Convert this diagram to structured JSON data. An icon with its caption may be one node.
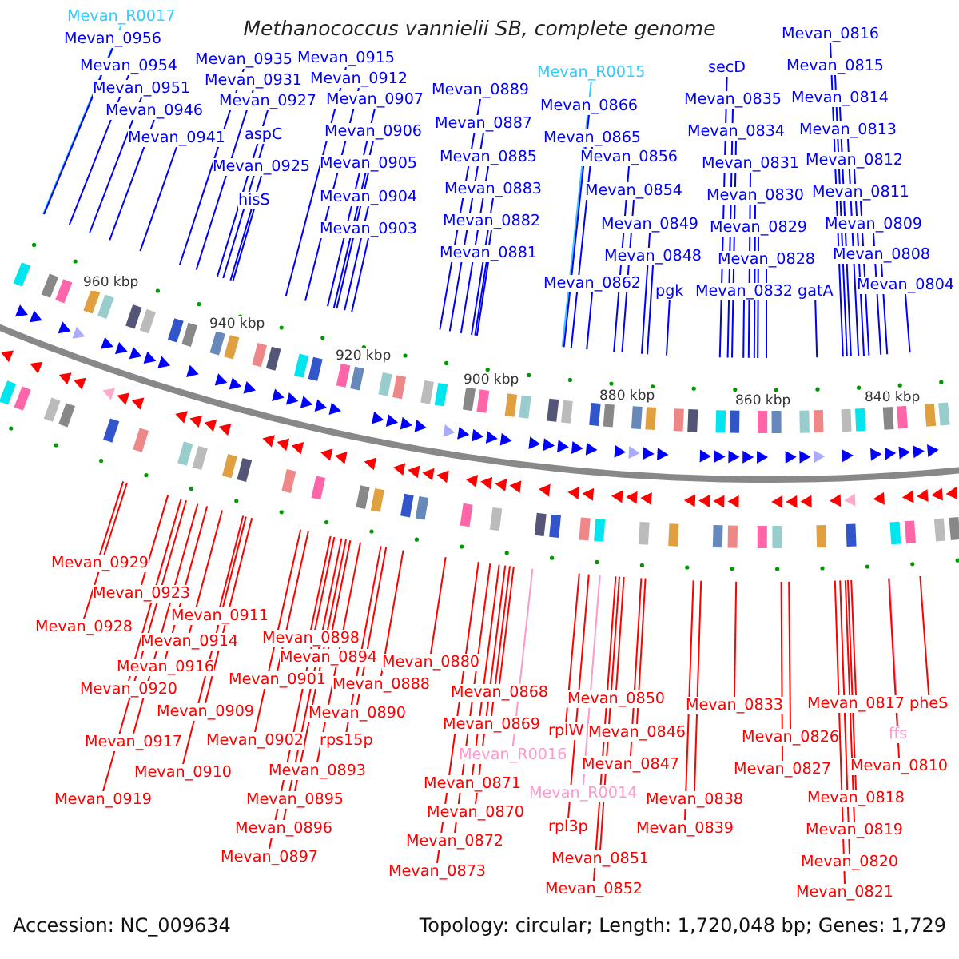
{
  "diagram": {
    "title": "Methanococcus vannielii SB, complete genome",
    "nodes": [
      {
        "text": [
          "Mevan_R0017"
        ]
      },
      {
        "text": [
          "Mevan_0956"
        ]
      },
      {
        "text": [
          "Mevan_0954"
        ]
      },
      {
        "text": [
          "Mevan_0951"
        ]
      },
      {
        "text": [
          "Mevan_0946"
        ]
      },
      {
        "text": [
          "Mevan_0941"
        ]
      },
      {
        "text": [
          "Mevan_0935"
        ]
      },
      {
        "text": [
          "Mevan_0931"
        ]
      },
      {
        "text": [
          "Mevan_0927"
        ]
      },
      {
        "text": [
          "aspC"
        ]
      },
      {
        "text": [
          "Mevan_0925"
        ]
      },
      {
        "text": [
          "hisS"
        ]
      },
      {
        "text": [
          "Mevan_0915"
        ]
      },
      {
        "text": [
          "Mevan_0912"
        ]
      },
      {
        "text": [
          "Mevan_0907"
        ]
      },
      {
        "text": [
          "Mevan_0906"
        ]
      },
      {
        "text": [
          "Mevan_0905"
        ]
      },
      {
        "text": [
          "Mevan_0904"
        ]
      },
      {
        "text": [
          "Mevan_0903"
        ]
      },
      {
        "text": [
          "Mevan_0889"
        ]
      },
      {
        "text": [
          "Mevan_0887"
        ]
      },
      {
        "text": [
          "Mevan_0885"
        ]
      },
      {
        "text": [
          "Mevan_0883"
        ]
      },
      {
        "text": [
          "Mevan_0882"
        ]
      },
      {
        "text": [
          "Mevan_0881"
        ]
      },
      {
        "text": [
          "Mevan_R0015"
        ]
      },
      {
        "text": [
          "Mevan_0866"
        ]
      },
      {
        "text": [
          "Mevan_0865"
        ]
      },
      {
        "text": [
          "Mevan_0856"
        ]
      },
      {
        "text": [
          "Mevan_0854"
        ]
      },
      {
        "text": [
          "Mevan_0849"
        ]
      },
      {
        "text": [
          "Mevan_0848"
        ]
      },
      {
        "text": [
          "Mevan_0862"
        ]
      },
      {
        "text": [
          "pgk"
        ]
      },
      {
        "text": [
          "secD"
        ]
      },
      {
        "text": [
          "Mevan_0835"
        ]
      },
      {
        "text": [
          "Mevan_0834"
        ]
      },
      {
        "text": [
          "Mevan_0831"
        ]
      },
      {
        "text": [
          "Mevan_0830"
        ]
      },
      {
        "text": [
          "Mevan_0829"
        ]
      },
      {
        "text": [
          "Mevan_0828"
        ]
      },
      {
        "text": [
          "Mevan_0832"
        ]
      },
      {
        "text": [
          "gatA"
        ]
      },
      {
        "text": [
          "Mevan_0816"
        ]
      },
      {
        "text": [
          "Mevan_0815"
        ]
      },
      {
        "text": [
          "Mevan_0814"
        ]
      },
      {
        "text": [
          "Mevan_0813"
        ]
      },
      {
        "text": [
          "Mevan_0812"
        ]
      },
      {
        "text": [
          "Mevan_0811"
        ]
      },
      {
        "text": [
          "Mevan_0809"
        ]
      },
      {
        "text": [
          "Mevan_0808"
        ]
      },
      {
        "text": [
          "Mevan_0804"
        ]
      },
      {
        "text": [
          "Mevan_0929"
        ]
      },
      {
        "text": [
          "Mevan_0923"
        ]
      },
      {
        "text": [
          "Mevan_0928"
        ]
      },
      {
        "text": [
          "Mevan_0911"
        ]
      },
      {
        "text": [
          "Mevan_0914"
        ]
      },
      {
        "text": [
          "Mevan_0916"
        ]
      },
      {
        "text": [
          "Mevan_0920"
        ]
      },
      {
        "text": [
          "Mevan_0898"
        ]
      },
      {
        "text": [
          "Mevan_0894"
        ]
      },
      {
        "text": [
          "Mevan_0901"
        ]
      },
      {
        "text": [
          "Mevan_0888"
        ]
      },
      {
        "text": [
          "Mevan_0880"
        ]
      },
      {
        "text": [
          "Mevan_0909"
        ]
      },
      {
        "text": [
          "Mevan_0890"
        ]
      },
      {
        "text": [
          "Mevan_0917"
        ]
      },
      {
        "text": [
          "Mevan_0902"
        ]
      },
      {
        "text": [
          "rps15p"
        ]
      },
      {
        "text": [
          "Mevan_0910"
        ]
      },
      {
        "text": [
          "Mevan_0893"
        ]
      },
      {
        "text": [
          "Mevan_0919"
        ]
      },
      {
        "text": [
          "Mevan_0895"
        ]
      },
      {
        "text": [
          "Mevan_0896"
        ]
      },
      {
        "text": [
          "Mevan_0897"
        ]
      },
      {
        "text": [
          "Mevan_0873"
        ]
      },
      {
        "text": [
          "Mevan_0872"
        ]
      },
      {
        "text": [
          "Mevan_0870"
        ]
      },
      {
        "text": [
          "Mevan_0871"
        ]
      },
      {
        "text": [
          "Mevan_0869"
        ]
      },
      {
        "text": [
          "Mevan_0868"
        ]
      },
      {
        "text": [
          "Mevan_R0016"
        ]
      },
      {
        "text": [
          "Mevan_0850"
        ]
      },
      {
        "text": [
          "rplW"
        ]
      },
      {
        "text": [
          "Mevan_0846"
        ]
      },
      {
        "text": [
          "Mevan_0847"
        ]
      },
      {
        "text": [
          "Mevan_R0014"
        ]
      },
      {
        "text": [
          "rpl3p"
        ]
      },
      {
        "text": [
          "Mevan_0851"
        ]
      },
      {
        "text": [
          "Mevan_0852"
        ]
      },
      {
        "text": [
          "Mevan_0838"
        ]
      },
      {
        "text": [
          "Mevan_0839"
        ]
      },
      {
        "text": [
          "Mevan_0833"
        ]
      },
      {
        "text": [
          "Mevan_0826"
        ]
      },
      {
        "text": [
          "Mevan_0827"
        ]
      },
      {
        "text": [
          "Mevan_0817"
        ]
      },
      {
        "text": [
          "pheS"
        ]
      },
      {
        "text": [
          "ffs"
        ]
      },
      {
        "text": [
          "Mevan_0810"
        ]
      },
      {
        "text": [
          "Mevan_0818"
        ]
      },
      {
        "text": [
          "Mevan_0819"
        ]
      },
      {
        "text": [
          "Mevan_0820"
        ]
      },
      {
        "text": [
          "Mevan_0821"
        ]
      }
    ],
    "edges": [
      {
        "from": 0,
        "to": null,
        "arrow": "none",
        "color": "#33ccff"
      },
      {
        "from": 1,
        "to": null,
        "arrow": "none"
      },
      {
        "from": 2,
        "to": null,
        "arrow": "none"
      },
      {
        "from": 3,
        "to": null,
        "arrow": "none"
      },
      {
        "from": 4,
        "to": null,
        "arrow": "none"
      },
      {
        "from": 5,
        "to": null,
        "arrow": "none"
      },
      {
        "from": 6,
        "to": null,
        "arrow": "none"
      },
      {
        "from": 7,
        "to": null,
        "arrow": "none"
      },
      {
        "from": 8,
        "to": null,
        "arrow": "none"
      },
      {
        "from": 9,
        "to": null,
        "arrow": "none"
      },
      {
        "from": 10,
        "to": null,
        "arrow": "none"
      },
      {
        "from": 11,
        "to": null,
        "arrow": "none"
      },
      {
        "from": 12,
        "to": null,
        "arrow": "none"
      },
      {
        "from": 13,
        "to": null,
        "arrow": "none"
      },
      {
        "from": 14,
        "to": null,
        "arrow": "none"
      },
      {
        "from": 15,
        "to": null,
        "arrow": "none"
      },
      {
        "from": 16,
        "to": null,
        "arrow": "none"
      },
      {
        "from": 17,
        "to": null,
        "arrow": "none"
      },
      {
        "from": 18,
        "to": null,
        "arrow": "none"
      },
      {
        "from": 19,
        "to": null,
        "arrow": "none"
      },
      {
        "from": 20,
        "to": null,
        "arrow": "none"
      },
      {
        "from": 21,
        "to": null,
        "arrow": "none"
      },
      {
        "from": 22,
        "to": null,
        "arrow": "none"
      },
      {
        "from": 23,
        "to": null,
        "arrow": "none"
      },
      {
        "from": 24,
        "to": null,
        "arrow": "none"
      },
      {
        "from": 25,
        "to": null,
        "arrow": "none",
        "color": "#33ccff"
      },
      {
        "from": 26,
        "to": null,
        "arrow": "none"
      },
      {
        "from": 27,
        "to": null,
        "arrow": "none"
      },
      {
        "from": 28,
        "to": null,
        "arrow": "none"
      },
      {
        "from": 29,
        "to": null,
        "arrow": "none"
      },
      {
        "from": 30,
        "to": null,
        "arrow": "none"
      },
      {
        "from": 31,
        "to": null,
        "arrow": "none"
      },
      {
        "from": 32,
        "to": null,
        "arrow": "none"
      },
      {
        "from": 33,
        "to": null,
        "arrow": "none"
      },
      {
        "from": 34,
        "to": null,
        "arrow": "none"
      },
      {
        "from": 35,
        "to": null,
        "arrow": "none"
      },
      {
        "from": 36,
        "to": null,
        "arrow": "none"
      },
      {
        "from": 37,
        "to": null,
        "arrow": "none"
      },
      {
        "from": 38,
        "to": null,
        "arrow": "none"
      },
      {
        "from": 39,
        "to": null,
        "arrow": "none"
      },
      {
        "from": 40,
        "to": null,
        "arrow": "none"
      },
      {
        "from": 41,
        "to": null,
        "arrow": "none"
      },
      {
        "from": 42,
        "to": null,
        "arrow": "none"
      },
      {
        "from": 43,
        "to": null,
        "arrow": "none"
      },
      {
        "from": 44,
        "to": null,
        "arrow": "none"
      },
      {
        "from": 45,
        "to": null,
        "arrow": "none"
      },
      {
        "from": 46,
        "to": null,
        "arrow": "none"
      },
      {
        "from": 47,
        "to": null,
        "arrow": "none"
      },
      {
        "from": 48,
        "to": null,
        "arrow": "none"
      },
      {
        "from": 49,
        "to": null,
        "arrow": "none"
      },
      {
        "from": 50,
        "to": null,
        "arrow": "none"
      },
      {
        "from": 51,
        "to": null,
        "arrow": "none"
      },
      {
        "from": 52,
        "to": null,
        "arrow": "none",
        "color": "#ff0000"
      },
      {
        "from": 53,
        "to": null,
        "arrow": "none",
        "color": "#ff0000"
      },
      {
        "from": 54,
        "to": null,
        "arrow": "none",
        "color": "#ff0000"
      },
      {
        "from": 55,
        "to": null,
        "arrow": "none",
        "color": "#ff0000"
      },
      {
        "from": 56,
        "to": null,
        "arrow": "none",
        "color": "#ff0000"
      },
      {
        "from": 57,
        "to": null,
        "arrow": "none",
        "color": "#ff0000"
      },
      {
        "from": 58,
        "to": null,
        "arrow": "none",
        "color": "#ff0000"
      },
      {
        "from": 59,
        "to": null,
        "arrow": "none",
        "color": "#ff0000"
      },
      {
        "from": 60,
        "to": null,
        "arrow": "none",
        "color": "#ff0000"
      },
      {
        "from": 61,
        "to": null,
        "arrow": "none",
        "color": "#ff0000"
      },
      {
        "from": 62,
        "to": null,
        "arrow": "none",
        "color": "#ff0000"
      },
      {
        "from": 63,
        "to": null,
        "arrow": "none",
        "color": "#ff0000"
      },
      {
        "from": 64,
        "to": null,
        "arrow": "none",
        "color": "#ff0000"
      },
      {
        "from": 65,
        "to": null,
        "arrow": "none",
        "color": "#ff0000"
      },
      {
        "from": 66,
        "to": null,
        "arrow": "none",
        "color": "#ff0000"
      },
      {
        "from": 67,
        "to": null,
        "arrow": "none",
        "color": "#ff0000"
      },
      {
        "from": 68,
        "to": null,
        "arrow": "none",
        "color": "#ff0000"
      },
      {
        "from": 69,
        "to": null,
        "arrow": "none",
        "color": "#ff0000"
      },
      {
        "from": 70,
        "to": null,
        "arrow": "none",
        "color": "#ff0000"
      },
      {
        "from": 71,
        "to": null,
        "arrow": "none",
        "color": "#ff0000"
      },
      {
        "from": 72,
        "to": null,
        "arrow": "none",
        "color": "#ff0000"
      },
      {
        "from": 73,
        "to": null,
        "arrow": "none",
        "color": "#ff0000"
      },
      {
        "from": 74,
        "to": null,
        "arrow": "none",
        "color": "#ff0000"
      },
      {
        "from": 75,
        "to": null,
        "arrow": "none",
        "color": "#ff0000"
      },
      {
        "from": 76,
        "to": null,
        "arrow": "none",
        "color": "#ff0000"
      },
      {
        "from": 77,
        "to": null,
        "arrow": "none",
        "color": "#ff0000"
      },
      {
        "from": 78,
        "to": null,
        "arrow": "none",
        "color": "#ff0000"
      },
      {
        "from": 79,
        "to": null,
        "arrow": "none",
        "color": "#ff0000"
      },
      {
        "from": 80,
        "to": null,
        "arrow": "none",
        "color": "#ff0000"
      },
      {
        "from": 81,
        "to": null,
        "arrow": "none",
        "color": "#ff99cc"
      },
      {
        "from": 82,
        "to": null,
        "arrow": "none",
        "color": "#ff0000"
      },
      {
        "from": 83,
        "to": null,
        "arrow": "none",
        "color": "#ff0000"
      },
      {
        "from": 84,
        "to": null,
        "arrow": "none",
        "color": "#ff0000"
      },
      {
        "from": 85,
        "to": null,
        "arrow": "none",
        "color": "#ff0000"
      },
      {
        "from": 86,
        "to": null,
        "arrow": "none",
        "color": "#ff99cc"
      },
      {
        "from": 87,
        "to": null,
        "arrow": "none",
        "color": "#ff0000"
      },
      {
        "from": 88,
        "to": null,
        "arrow": "none",
        "color": "#ff0000"
      },
      {
        "from": 89,
        "to": null,
        "arrow": "none",
        "color": "#ff0000"
      },
      {
        "from": 90,
        "to": null,
        "arrow": "none",
        "color": "#ff0000"
      },
      {
        "from": 91,
        "to": null,
        "arrow": "none",
        "color": "#ff0000"
      },
      {
        "from": 92,
        "to": null,
        "arrow": "none",
        "color": "#ff0000"
      },
      {
        "from": 93,
        "to": null,
        "arrow": "none",
        "color": "#ff0000"
      },
      {
        "from": 94,
        "to": null,
        "arrow": "none",
        "color": "#ff0000"
      },
      {
        "from": 95,
        "to": null,
        "arrow": "none",
        "color": "#ff0000"
      },
      {
        "from": 96,
        "to": null,
        "arrow": "none",
        "color": "#ff0000"
      },
      {
        "from": 97,
        "to": null,
        "arrow": "none",
        "color": "#ff99cc"
      },
      {
        "from": 98,
        "to": null,
        "arrow": "none",
        "color": "#ff0000"
      },
      {
        "from": 99,
        "to": null,
        "arrow": "none",
        "color": "#ff0000"
      },
      {
        "from": 100,
        "to": null,
        "arrow": "none",
        "color": "#ff0000"
      },
      {
        "from": 101,
        "to": null,
        "arrow": "none",
        "color": "#ff0000"
      },
      {
        "from": 102,
        "to": null,
        "arrow": "none",
        "color": "#ff0000"
      }
    ],
    "labels": [
      "960 kbp",
      "940 kbp",
      "920 kbp",
      "900 kbp",
      "880 kbp",
      "860 kbp",
      "840 kbp",
      "Accession: NC_009634",
      "Topology: circular; Length: 1,720,048 bp; Genes: 1,729"
    ]
  }
}
